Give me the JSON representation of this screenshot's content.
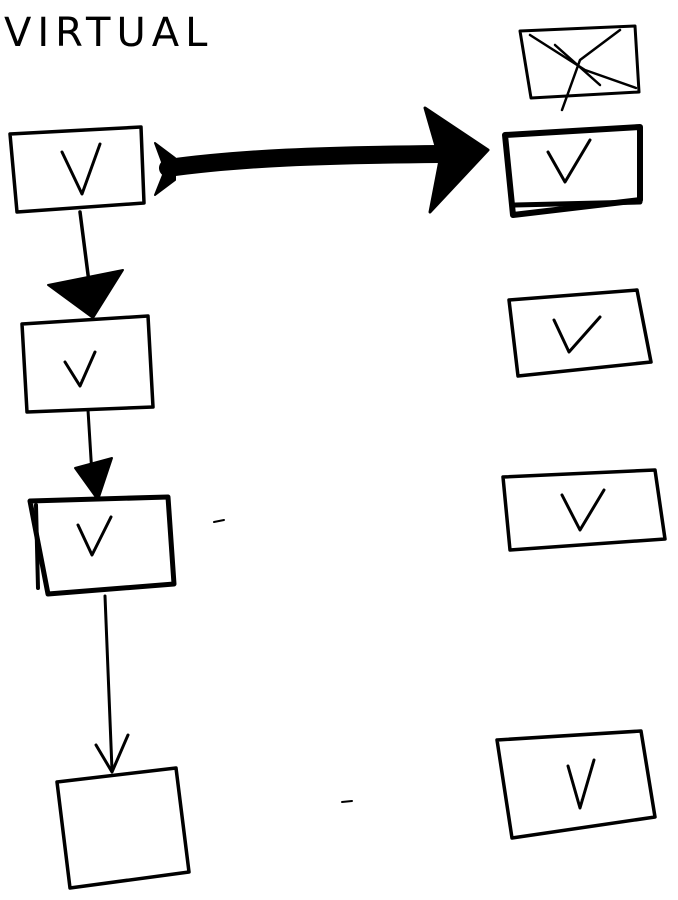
{
  "diagram": {
    "title": "VIRTUAL",
    "node_mark": "V",
    "left_column": [
      {
        "id": "left-1",
        "mark": "V",
        "emphasis": "normal"
      },
      {
        "id": "left-2",
        "mark": "V",
        "emphasis": "normal"
      },
      {
        "id": "left-3",
        "mark": "V",
        "emphasis": "bold"
      },
      {
        "id": "left-4",
        "mark": "",
        "emphasis": "normal"
      }
    ],
    "right_column": [
      {
        "id": "right-0",
        "mark": "X",
        "emphasis": "crossed-out"
      },
      {
        "id": "right-1",
        "mark": "V",
        "emphasis": "bold"
      },
      {
        "id": "right-2",
        "mark": "V",
        "emphasis": "normal"
      },
      {
        "id": "right-3",
        "mark": "V",
        "emphasis": "normal"
      },
      {
        "id": "right-4",
        "mark": "V",
        "emphasis": "normal"
      }
    ],
    "connections": [
      {
        "from": "left-1",
        "to": "right-1",
        "style": "thick"
      },
      {
        "from": "left-1",
        "to": "left-2",
        "style": "medium"
      },
      {
        "from": "left-2",
        "to": "left-3",
        "style": "thin"
      },
      {
        "from": "left-3",
        "to": "left-4",
        "style": "thin"
      }
    ]
  }
}
